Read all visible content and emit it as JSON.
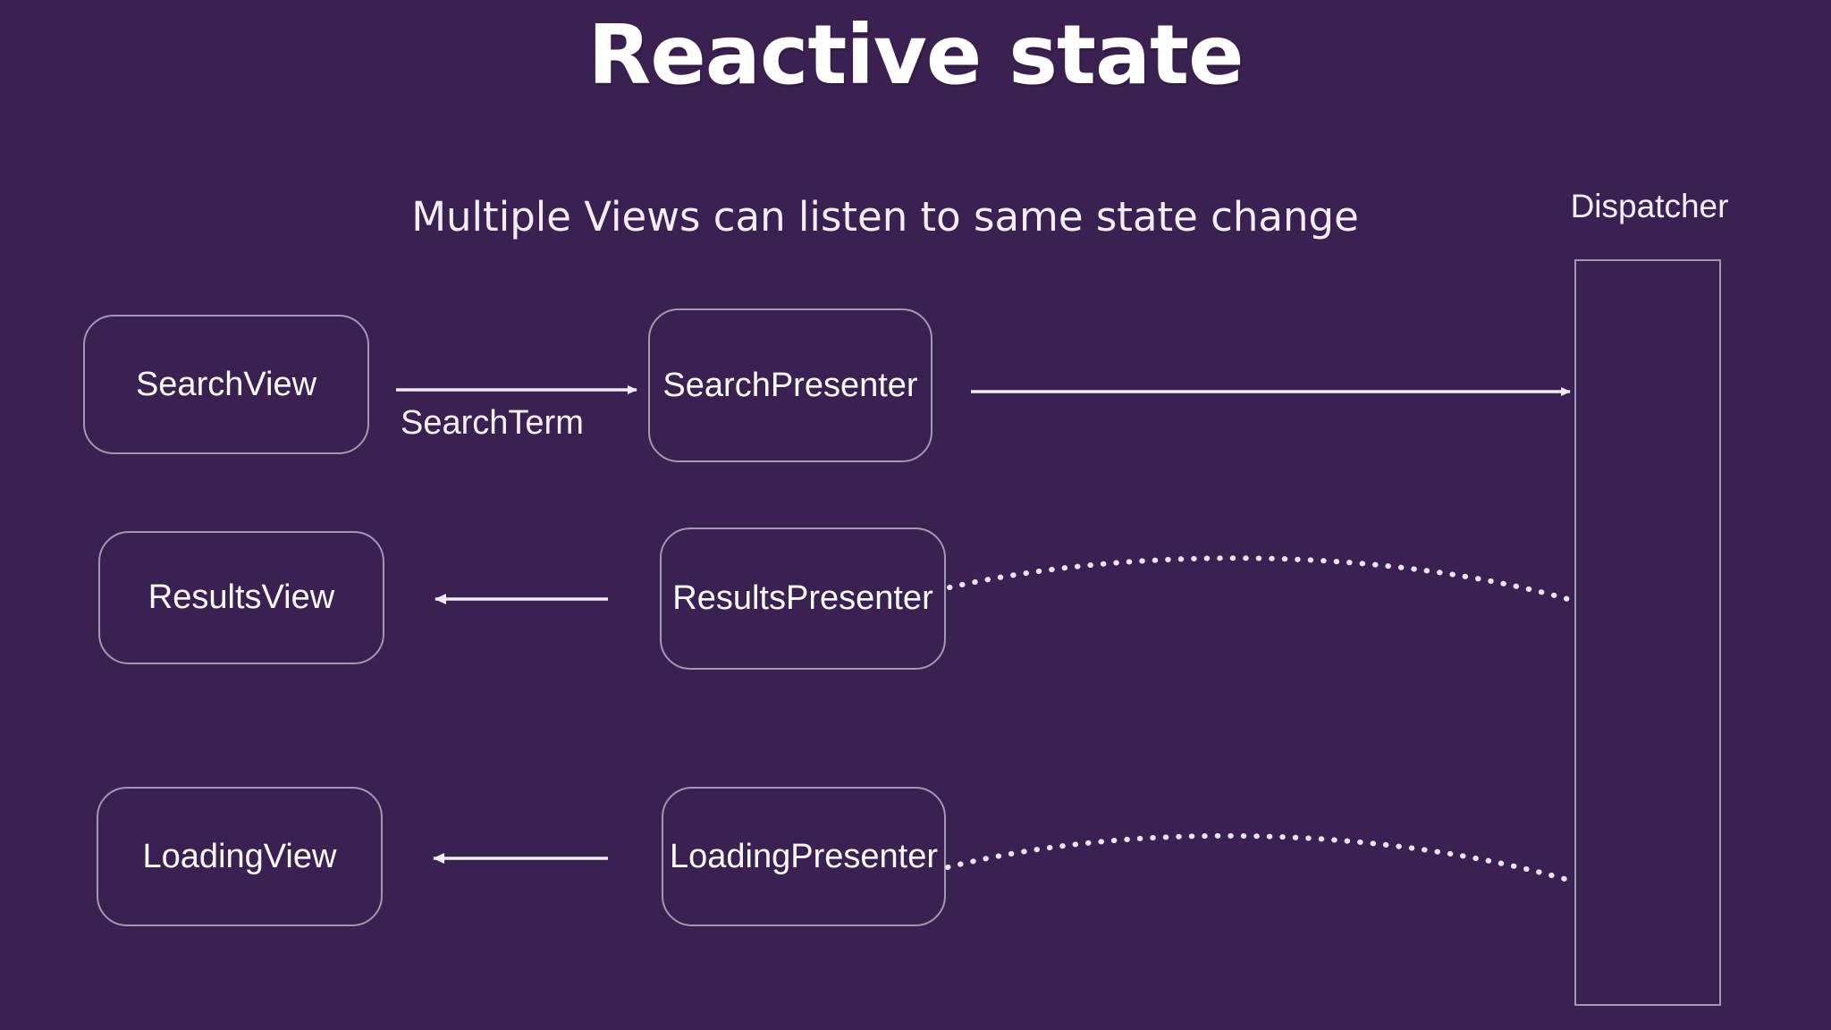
{
  "slide": {
    "title": "Reactive state",
    "subtitle": "Multiple Views can listen to same state change",
    "background_color": "#3a2151",
    "stroke_color": "#a497b2",
    "text_color": "#fdfbff"
  },
  "dispatcher": {
    "label": "Dispatcher"
  },
  "nodes": {
    "search_view": "SearchView",
    "search_presenter": "SearchPresenter",
    "results_view": "ResultsView",
    "results_presenter": "ResultsPresenter",
    "loading_view": "LoadingView",
    "loading_presenter": "LoadingPresenter"
  },
  "edges": {
    "search_term": "SearchTerm"
  }
}
